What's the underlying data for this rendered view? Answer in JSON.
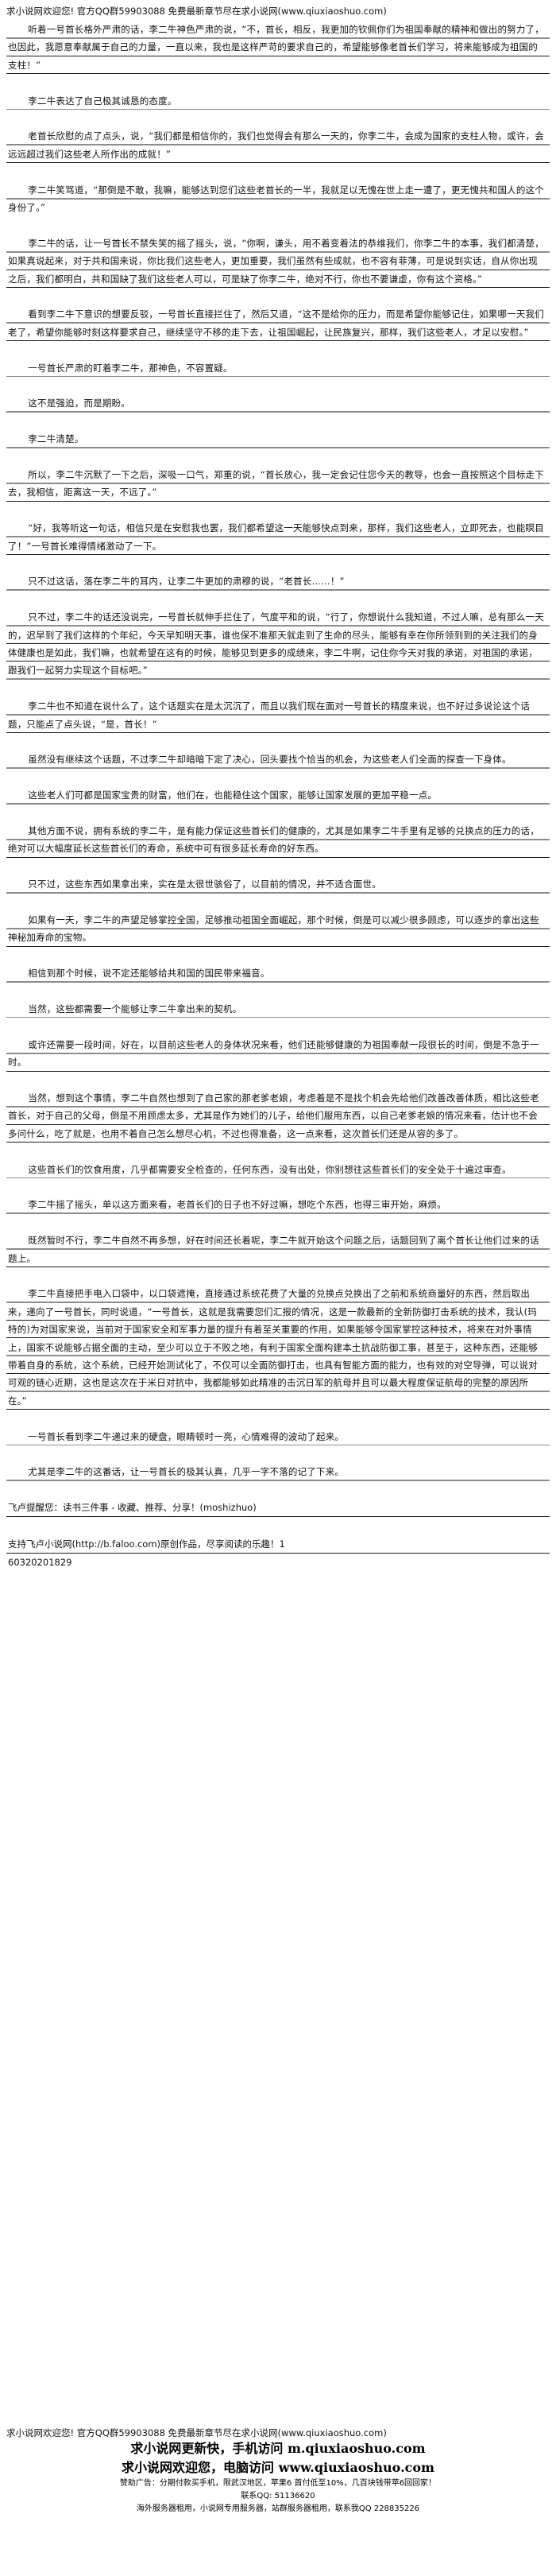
{
  "header": {
    "text": "求小说网欢迎您! 官方QQ群59903088 免费最新章节尽在求小说网(www.qiuxiaoshuo.com)"
  },
  "paragraphs": [
    "听着一号首长格外严肃的话，李二牛神色严肃的说，“不，首长，相反，我更加的钦佩你们为祖国奉献的精神和做出的努力了，也因此，我愿意奉献属于自己的力量，一直以来，我也是这样严苛的要求自己的，希望能够像老首长们学习，将来能够成为祖国的支柱！”",
    "李二牛表达了自己极其诚恳的态度。",
    "老首长欣慰的点了点头，说，“我们都是相信你的，我们也觉得会有那么一天的，你李二牛，会成为国家的支柱人物，或许，会远远超过我们这些老人所作出的成就！”",
    "李二牛笑骂道，“那倒是不敢，我嘛，能够达到您们这些老首长的一半，我就足以无愧在世上走一遭了，更无愧共和国人的这个身份了。”",
    "李二牛的话，让一号首长不禁失笑的摇了摇头，说，“你啊，谦头，用不着变着法的恭维我们，你李二牛的本事，我们都清楚，如果真说起来，对于共和国来说，你比我们这些老人，更加重要，我们虽然有些成就，也不容有菲薄，可是说到实话，自从你出现之后，我们都明白，共和国缺了我们这些老人可以，可是缺了你李二牛，绝对不行，你也不要谦虚，你有这个资格。”",
    "看到李二牛下意识的想要反驳，一号首长直接拦住了，然后又道，“这不是给你的压力，而是希望你能够记住，如果哪一天我们老了，希望你能够时刻这样要求自己，继续坚守不移的走下去，让祖国崛起，让民族复兴，那样，我们这些老人，才足以安慰。”",
    "一号首长严肃的盯着李二牛，那神色，不容置疑。",
    "这不是强迫，而是期盼。",
    "李二牛清楚。",
    "所以，李二牛沉默了一下之后，深吸一口气，郑重的说，“首长放心，我一定会记住您今天的教导，也会一直按照这个目标走下去，我相信，距离这一天，不远了。”",
    "“好，我等听这一句话，相信只是在安慰我也罢，我们都希望这一天能够快点到来，那样，我们这些老人，立即死去，也能瞑目了！”一号首长难得情绪激动了一下。",
    "只不过这话，落在李二牛的耳内，让李二牛更加的肃穆的说，“老首长……！”",
    "只不过，李二牛的话还没说完，一号首长就伸手拦住了，气度平和的说，“行了，你想说什么我知道，不过人嘛，总有那么一天的，迟早到了我们这样的个年纪，今天早知明天事，谁也保不准那天就走到了生命的尽头，能够有幸在你所领到到的关注我们的身体健康也是如此，我们嘛，也就希望在这有的时候，能够见到更多的成绩来，李二牛啊，记住你今天对我的承诺，对祖国的承诺，跟我们一起努力实现这个目标吧。”",
    "李二牛也不知道在说什么了，这个话题实在是太沉沉了，而且以我们现在面对一号首长的精度来说，也不好过多说论这个话题，只能点了点头说，“是，首长！”",
    "虽然没有继续这个话题，不过李二牛却暗暗下定了决心，回头要找个恰当的机会，为这些老人们全面的探查一下身体。",
    "这些老人们可都是国家宝贵的财富，他们在，也能稳住这个国家，能够让国家发展的更加平稳一点。",
    "其他方面不说，拥有系统的李二牛，是有能力保证这些首长们的健康的，尤其是如果李二牛手里有足够的兑换点的压力的话，绝对可以大幅度延长这些首长们的寿命，系统中可有很多延长寿命的好东西。",
    "只不过，这些东西如果拿出来，实在是太很世骇俗了，以目前的情况，并不适合面世。",
    "如果有一天，李二牛的声望足够掌控全国，足够推动祖国全面崛起，那个时候，倒是可以减少很多顾虑，可以逐步的拿出这些神秘加寿命的宝物。",
    "相信到那个时候，说不定还能够给共和国的国民带来福音。",
    "当然，这些都需要一个能够让李二牛拿出来的契机。",
    "或许还需要一段时间，好在，以目前这些老人的身体状况来看，他们还能够健康的为祖国奉献一段很长的时间，倒是不急于一时。",
    "当然，想到这个事情，李二牛自然也想到了自己家的那老爹老娘，考虑着是不是找个机会先给他们改善改善体质，相比这些老首长，对于自己的父母，倒是不用顾虑太多，尤其是作为她们的儿子，给他们服用东西，以自己老爹老娘的情况来看，估计也不会多问什么，吃了就是，也用不着自己怎么想尽心机，不过也得准备，这一点来看，这次首长们还是从容的多了。",
    "这些首长们的饮食用度，几乎都需要安全检查的，任何东西，没有出处，你别想往这些首长们的安全处于十遍过审查。",
    "李二牛摇了摇头，单以这方面来看，老首长们的日子也不好过嘛，想吃个东西，也得三审开始，麻烦。",
    "既然暂时不行，李二牛自然不再多想，好在时间还长着呢，李二牛就开始这个问题之后，话题回到了离个首长让他们过来的话题上。",
    "李二牛直接把手电入口袋中，以口袋遮掩，直接通过系统花费了大量的兑换点兑换出了之前和系统商量好的东西，然后取出来，递向了一号首长，同时说道，“一号首长，这就是我需要您们汇报的情况，这是一款最新的全新防御打击系统的技术，我认(玛特的)为对国家来说，当前对于国家安全和军事力量的提升有着至关重要的作用，如果能够令国家掌控这种技术，将来在对外事情上，国家不说能够占据全面的主动，至少可以立于不败之地，有利于国家全面构建本土抗战防御工事，甚至于，这种东西，还能够带着自身的系统，这个系统，已经开始测试化了，不仅可以全面防御打击，也具有智能方面的能力，也有效的对空导弹，可以说对可观的链心近期，这也是这次在于米日对抗中，我都能够如此精准的击沉日军的航母并且可以最大程度保证航母的完整的原因所在。”",
    "一号首长看到李二牛递过来的硬盘，眼睛顿时一亮，心情难得的波动了起来。",
    "尤其是李二牛的这番话，让一号首长的极其认真，几乎一字不落的记了下来。"
  ],
  "promo": {
    "author_line": "飞卢提醒您：读书三件事 - 收藏、推荐、分享！(moshizhuo)",
    "support_line": "支持飞卢小说网(http://b.faloo.com)原创作品，尽享阅读的乐趣！1",
    "id_line": "60320201829"
  },
  "footer": {
    "welcome": "求小说网欢迎您! 官方QQ群59903088 免费最新章节尽在求小说网(www.qiuxiaoshuo.com)",
    "mobile": "求小说网更新快，手机访问 m.qiuxiaoshuo.com",
    "site": "求小说网欢迎您，电脑访问 www.qiuxiaoshuo.com",
    "sponsor": "赞助广告：分期付款买手机，限武汉地区，苹果6 首付低至10%，几百块钱带苹6回回家！",
    "contact": "联系QQ: 51136620",
    "service": "海外服务器租用，小说网专用服务器，站群服务器租用，联系我QQ 228835226"
  }
}
